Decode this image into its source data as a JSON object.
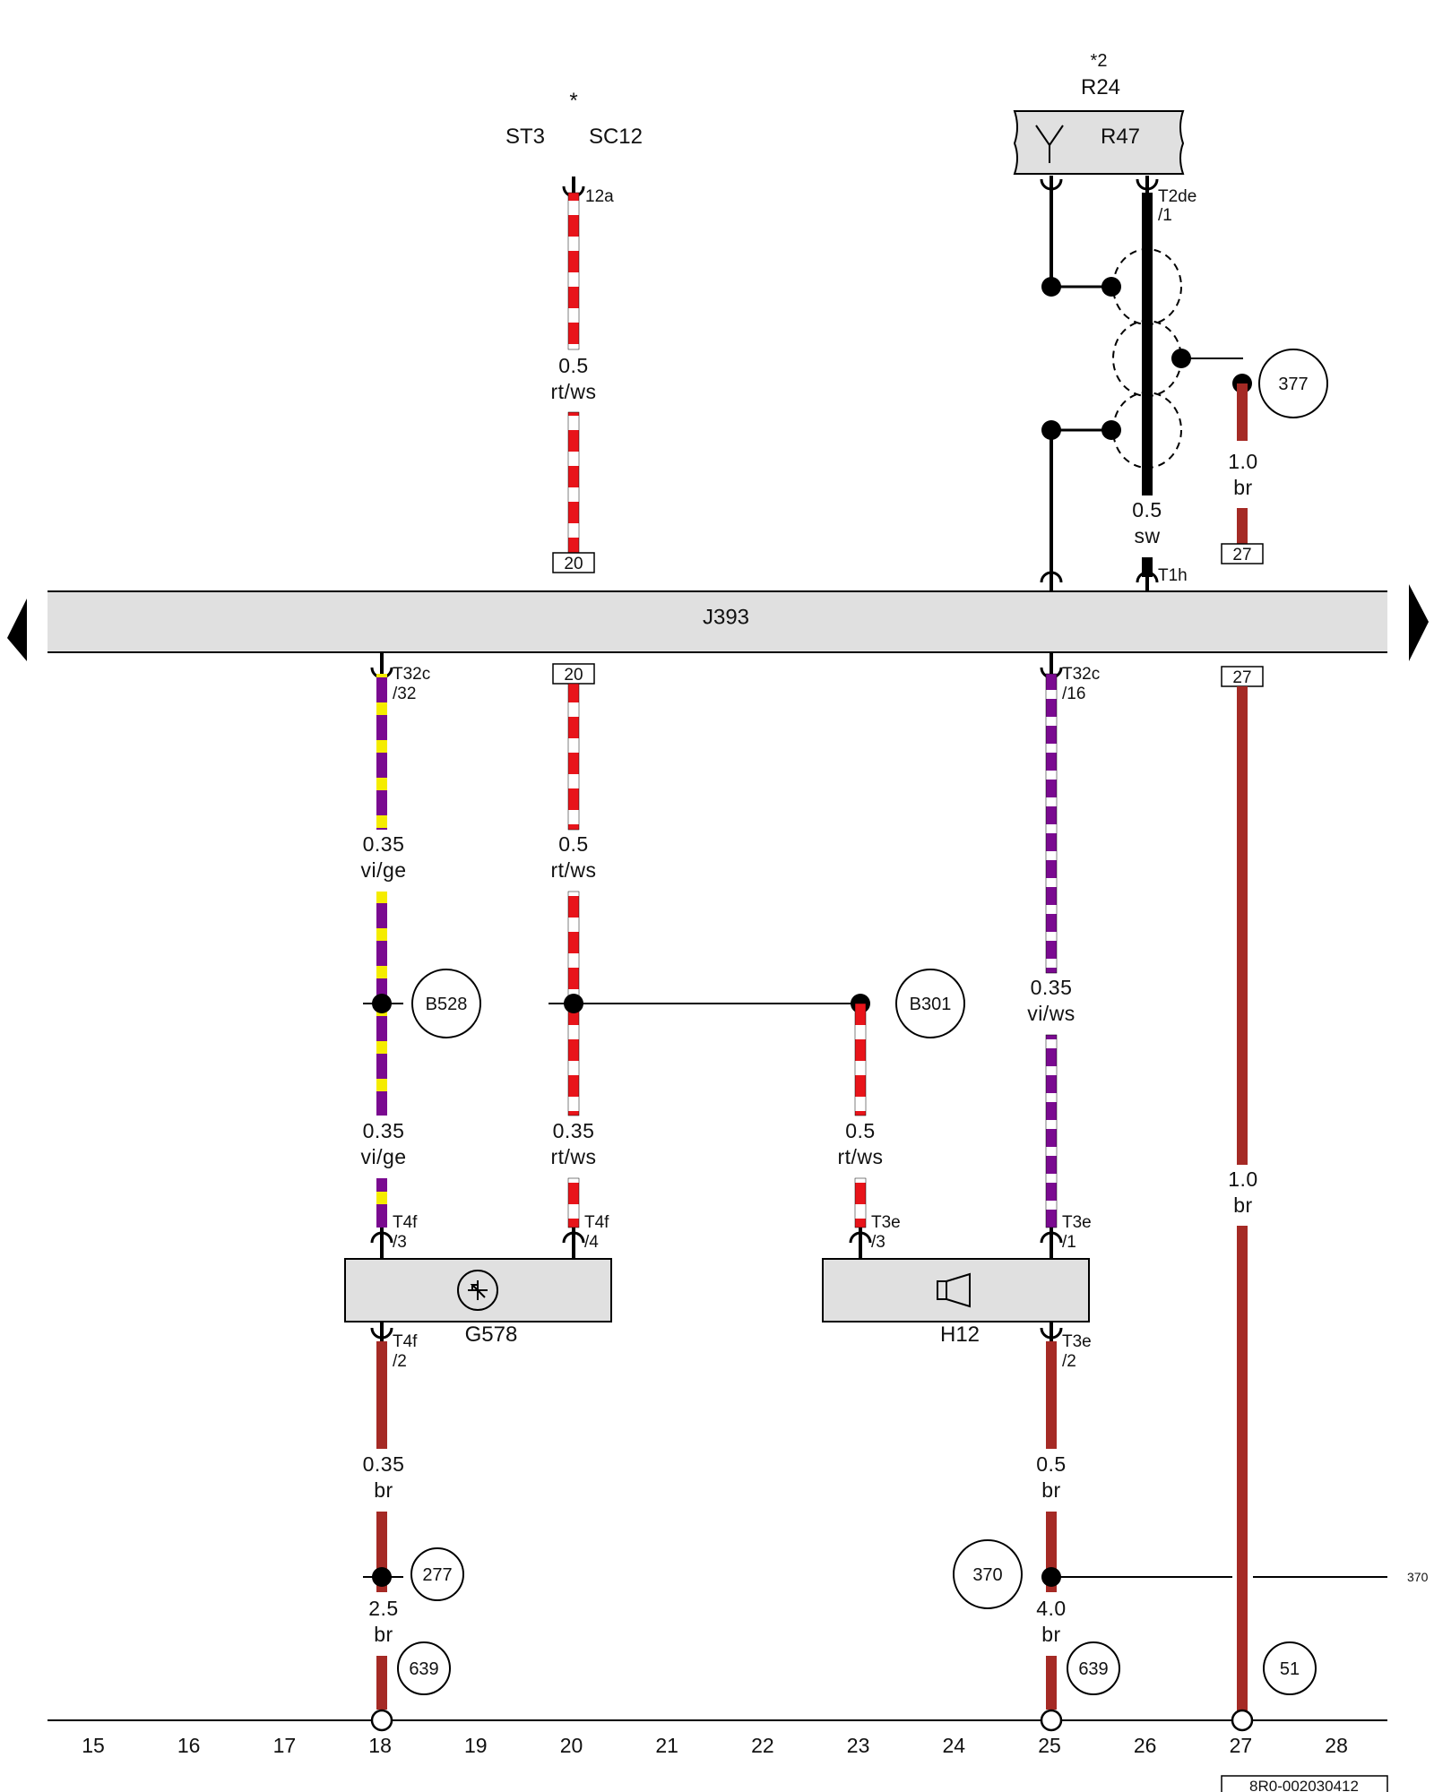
{
  "components": {
    "st3": "ST3",
    "sc12": "SC12",
    "asterisk": "*",
    "r24_note": "*2",
    "r24": "R24",
    "r47": "R47",
    "j393": "J393",
    "g578": "G578",
    "h12": "H12"
  },
  "pins": {
    "p12a": "12a",
    "t2de": "T2de",
    "t2de_n": "/1",
    "t1h": "T1h",
    "t32c_a": "T32c",
    "t32c_a_n": "/32",
    "t32c_b": "T32c",
    "t32c_b_n": "/16",
    "t4f_a": "T4f",
    "t4f_a_n": "/3",
    "t4f_b": "T4f",
    "t4f_b_n": "/4",
    "t4f_c": "T4f",
    "t4f_c_n": "/2",
    "t3e_a": "T3e",
    "t3e_a_n": "/3",
    "t3e_b": "T3e",
    "t3e_b_n": "/1",
    "t3e_c": "T3e",
    "t3e_c_n": "/2"
  },
  "boxes": {
    "b20_top": "20",
    "b20_bot": "20",
    "b27_top": "27",
    "b27_bot": "27"
  },
  "wires": {
    "w_top_rtws": {
      "size": "0.5",
      "color": "rt/ws"
    },
    "w_sw": {
      "size": "0.5",
      "color": "sw"
    },
    "w_br_top": {
      "size": "1.0",
      "color": "br"
    },
    "w_vige_1": {
      "size": "0.35",
      "color": "vi/ge"
    },
    "w_rtws_1": {
      "size": "0.5",
      "color": "rt/ws"
    },
    "w_viws": {
      "size": "0.35",
      "color": "vi/ws"
    },
    "w_vige_2": {
      "size": "0.35",
      "color": "vi/ge"
    },
    "w_rtws_2": {
      "size": "0.35",
      "color": "rt/ws"
    },
    "w_rtws_3": {
      "size": "0.5",
      "color": "rt/ws"
    },
    "w_br_long": {
      "size": "1.0",
      "color": "br"
    },
    "w_br_g": {
      "size": "0.35",
      "color": "br"
    },
    "w_br_h": {
      "size": "0.5",
      "color": "br"
    },
    "w_br_g2": {
      "size": "2.5",
      "color": "br"
    },
    "w_br_h2": {
      "size": "4.0",
      "color": "br"
    }
  },
  "refs": {
    "r377": "377",
    "b528": "B528",
    "b301": "B301",
    "r277": "277",
    "r370": "370",
    "r370_edge": "370",
    "r639_a": "639",
    "r639_b": "639",
    "r51": "51"
  },
  "ground_columns": [
    "15",
    "16",
    "17",
    "18",
    "19",
    "20",
    "21",
    "22",
    "23",
    "24",
    "25",
    "26",
    "27",
    "28"
  ],
  "document_id": "8R0-002030412",
  "colors": {
    "red": "#e8141a",
    "white": "#ffffff",
    "violet": "#7a0a90",
    "yellow": "#f5ec00",
    "brown": "#a52a25",
    "black": "#000000",
    "module_fill": "#e0e0e0"
  }
}
